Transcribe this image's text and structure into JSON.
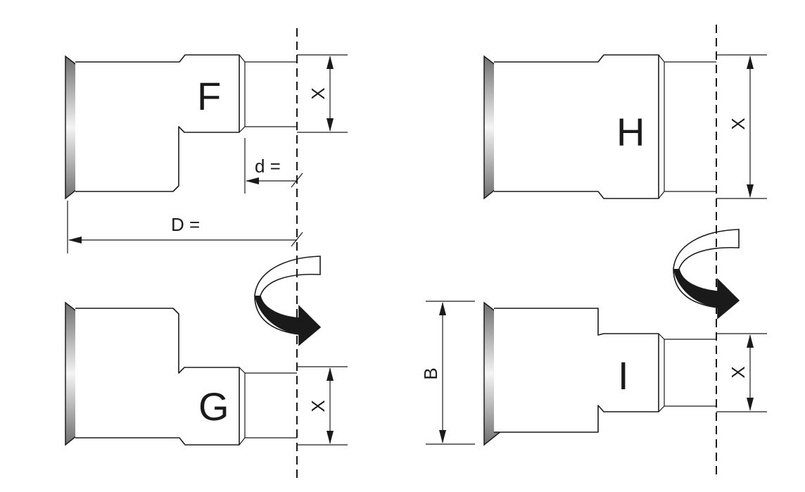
{
  "diagram": {
    "panels": [
      {
        "id": "F",
        "label": "F",
        "dimension_label": "X"
      },
      {
        "id": "G",
        "label": "G",
        "dimension_label": "X"
      },
      {
        "id": "H",
        "label": "H",
        "dimension_label": "X"
      },
      {
        "id": "I",
        "label": "I",
        "dimension_label": "X"
      }
    ],
    "dims": {
      "small_d": "d =",
      "big_d": "D =",
      "b": "B"
    },
    "colors": {
      "line": "#1a1a1a",
      "grinder_light": "#f2f2f2",
      "grinder_dark": "#7a7a7a",
      "rotation_arrow": "#1a1a1a"
    },
    "icons": [
      "grinding-wheel-icon",
      "rotation-arrow-icon"
    ]
  }
}
